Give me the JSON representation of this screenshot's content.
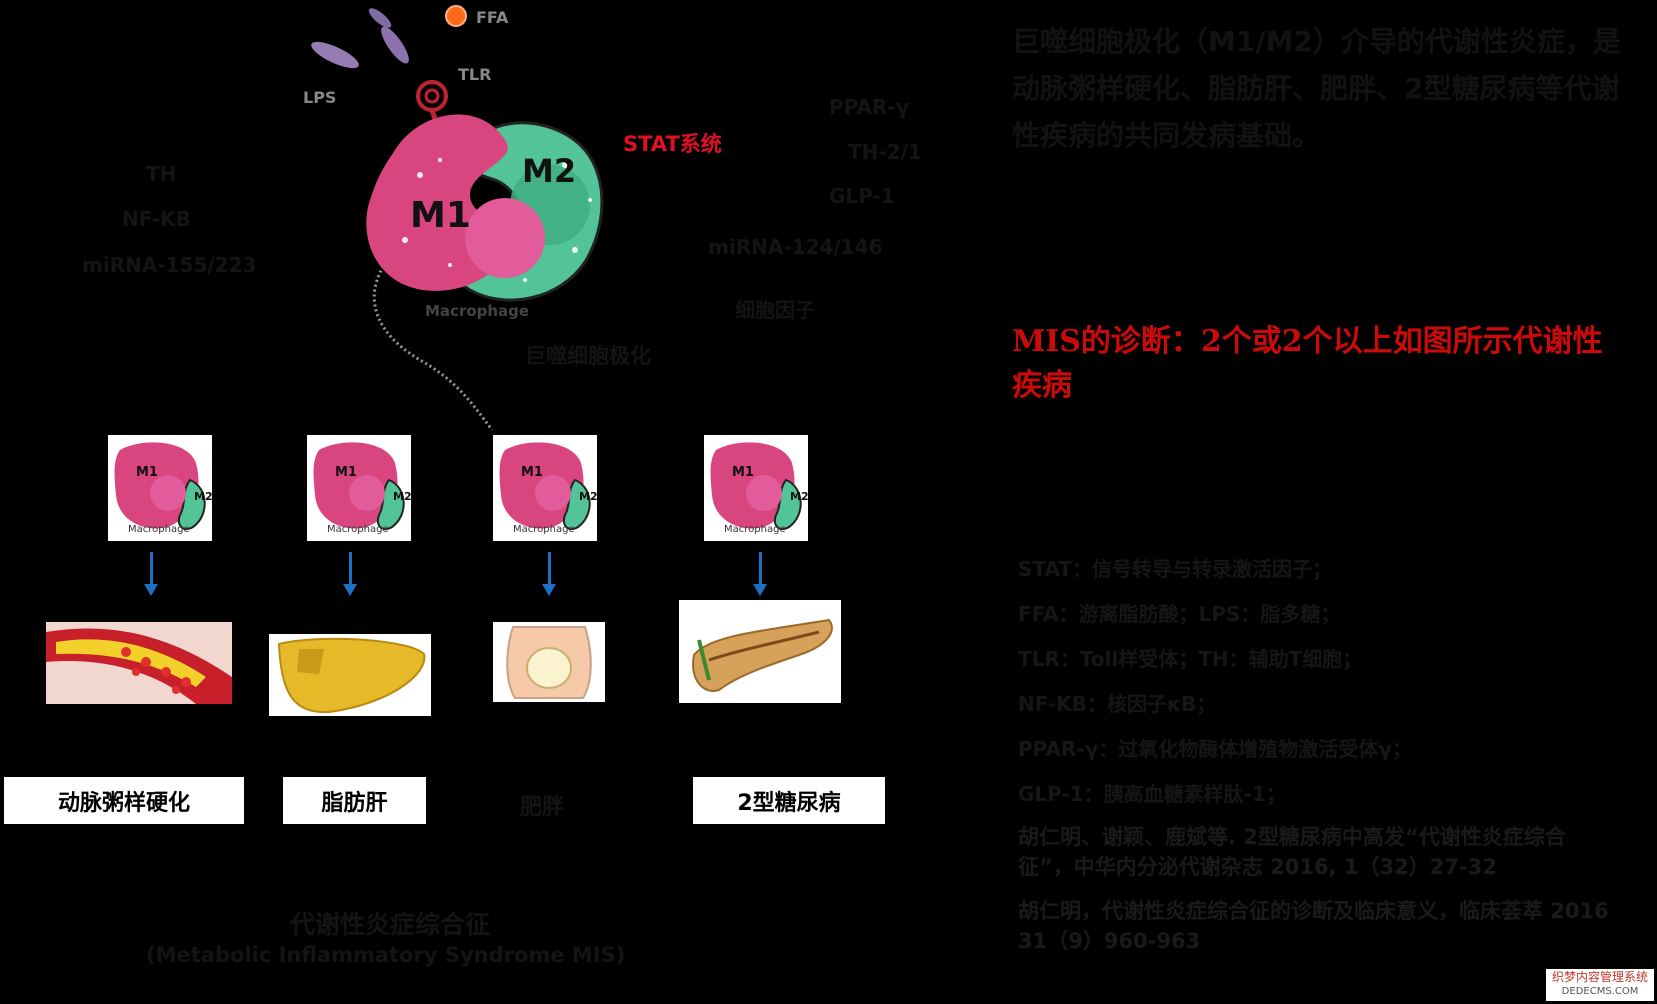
{
  "top_labels": {
    "ffa": "FFA",
    "tlr": "TLR",
    "lps": "LPS",
    "stat": "STAT系统",
    "m1": "M1",
    "m2": "M2",
    "cell": "Macrophage"
  },
  "left_factors": [
    "TH",
    "NF-KB",
    "miRNA-155/223"
  ],
  "right_factors": [
    "PPAR-γ",
    "TH-2/1",
    "GLP-1",
    "miRNA-124/146",
    "细胞因子"
  ],
  "bottom_center_label": "巨噬细胞极化",
  "thumbnails": {
    "m1": "M1",
    "m2": "M2",
    "caption": "Macrophage"
  },
  "diseases": [
    "动脉粥样硬化",
    "脂肪肝",
    "肥胖",
    "2型糖尿病"
  ],
  "footer": {
    "title": "代谢性炎症综合征",
    "subtitle": "(Metabolic Inflammatory Syndrome MIS)"
  },
  "right_text": {
    "paragraph": "巨噬细胞极化（M1/M2）介导的代谢性炎症，是动脉粥样硬化、脂肪肝、肥胖、2型糖尿病等代谢性疾病的共同发病基础。",
    "diagnosis": "MIS的诊断：2个或2个以上如图所示代谢性疾病"
  },
  "notes": [
    "STAT：信号转导与转录激活因子；",
    "FFA：游离脂肪酸；LPS：脂多糖；",
    "TLR：Toll样受体；TH：辅助T细胞；",
    "NF-KB：核因子κB；",
    "PPAR-γ：过氧化物酶体增殖物激活受体γ；",
    "GLP-1：胰高血糖素样肽-1；"
  ],
  "references": [
    "胡仁明、谢颖、鹿斌等. 2型糖尿病中高发“代谢性炎症综合征”，中华内分泌代谢杂志 2016, 1（32）27-32",
    "胡仁明，代谢性炎症综合征的诊断及临床意义，临床荟萃 2016 31（9）960-963"
  ],
  "watermark": {
    "line1": "织梦内容管理系统",
    "line2": "DEDECMS.COM"
  },
  "colors": {
    "m1_pink": "#d9457f",
    "m2_green": "#52c497",
    "stat_red": "#e01020",
    "diagnosis_red": "#cc0a0a",
    "arrow_blue": "#1f6fc4"
  }
}
